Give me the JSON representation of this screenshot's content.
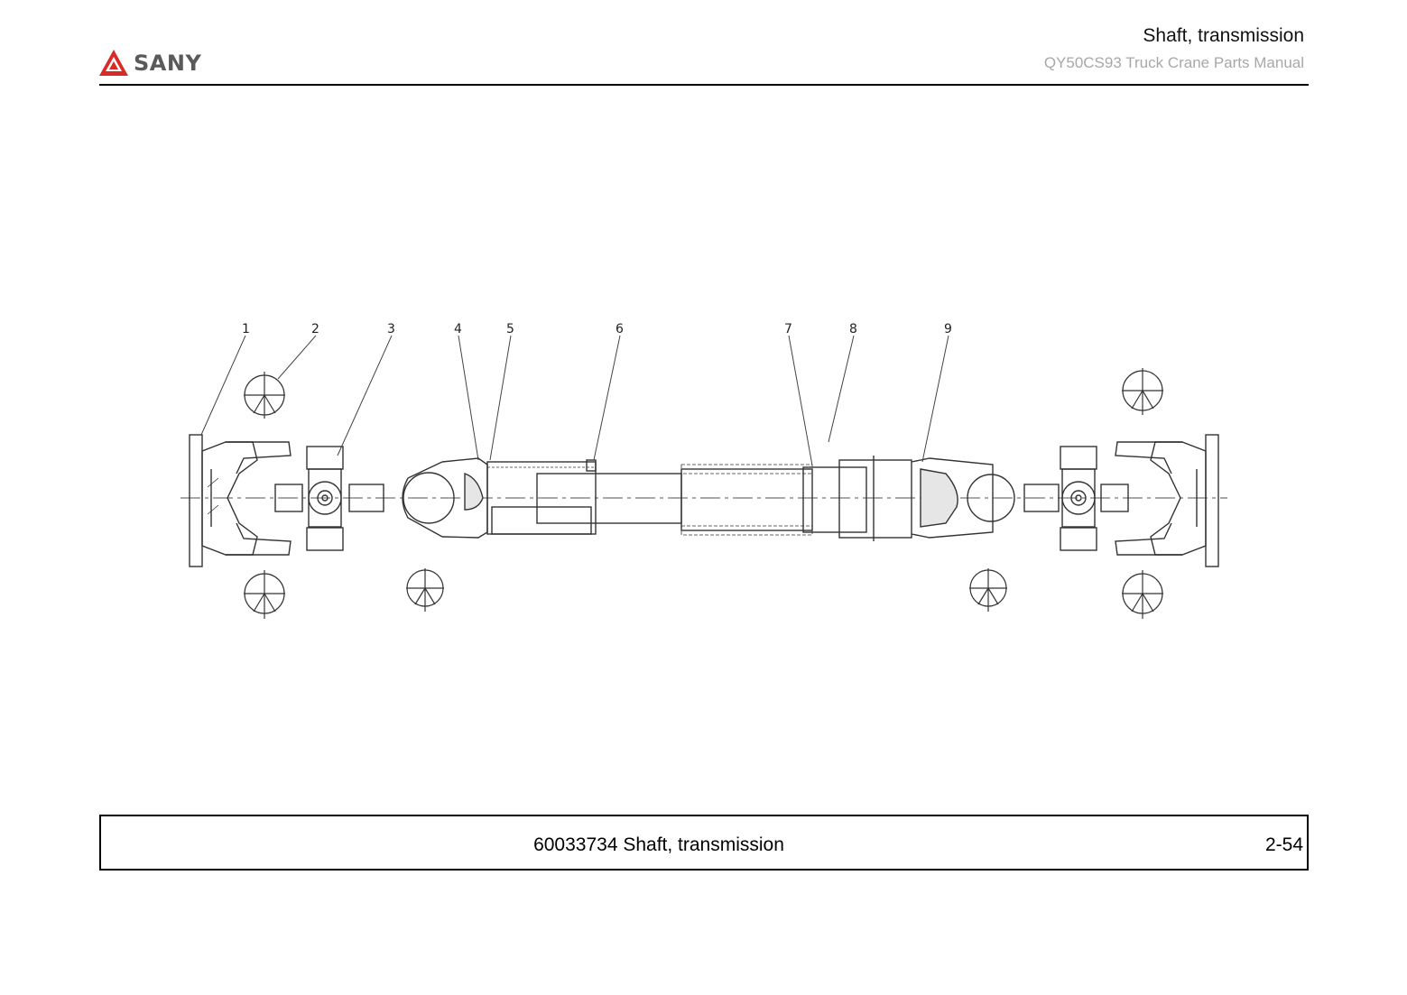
{
  "header": {
    "logo_text": "SANY",
    "title": "Shaft, transmission",
    "subtitle": "QY50CS93 Truck Crane  Parts Manual"
  },
  "drawing": {
    "callouts": [
      "1",
      "2",
      "3",
      "4",
      "5",
      "6",
      "7",
      "8",
      "9"
    ]
  },
  "footer": {
    "caption": "60033734 Shaft, transmission",
    "page_number": "2-54"
  },
  "colors": {
    "logo_red": "#d92b25",
    "logo_text": "#5a5a5a",
    "subtitle_gray": "#a8a8a8"
  }
}
